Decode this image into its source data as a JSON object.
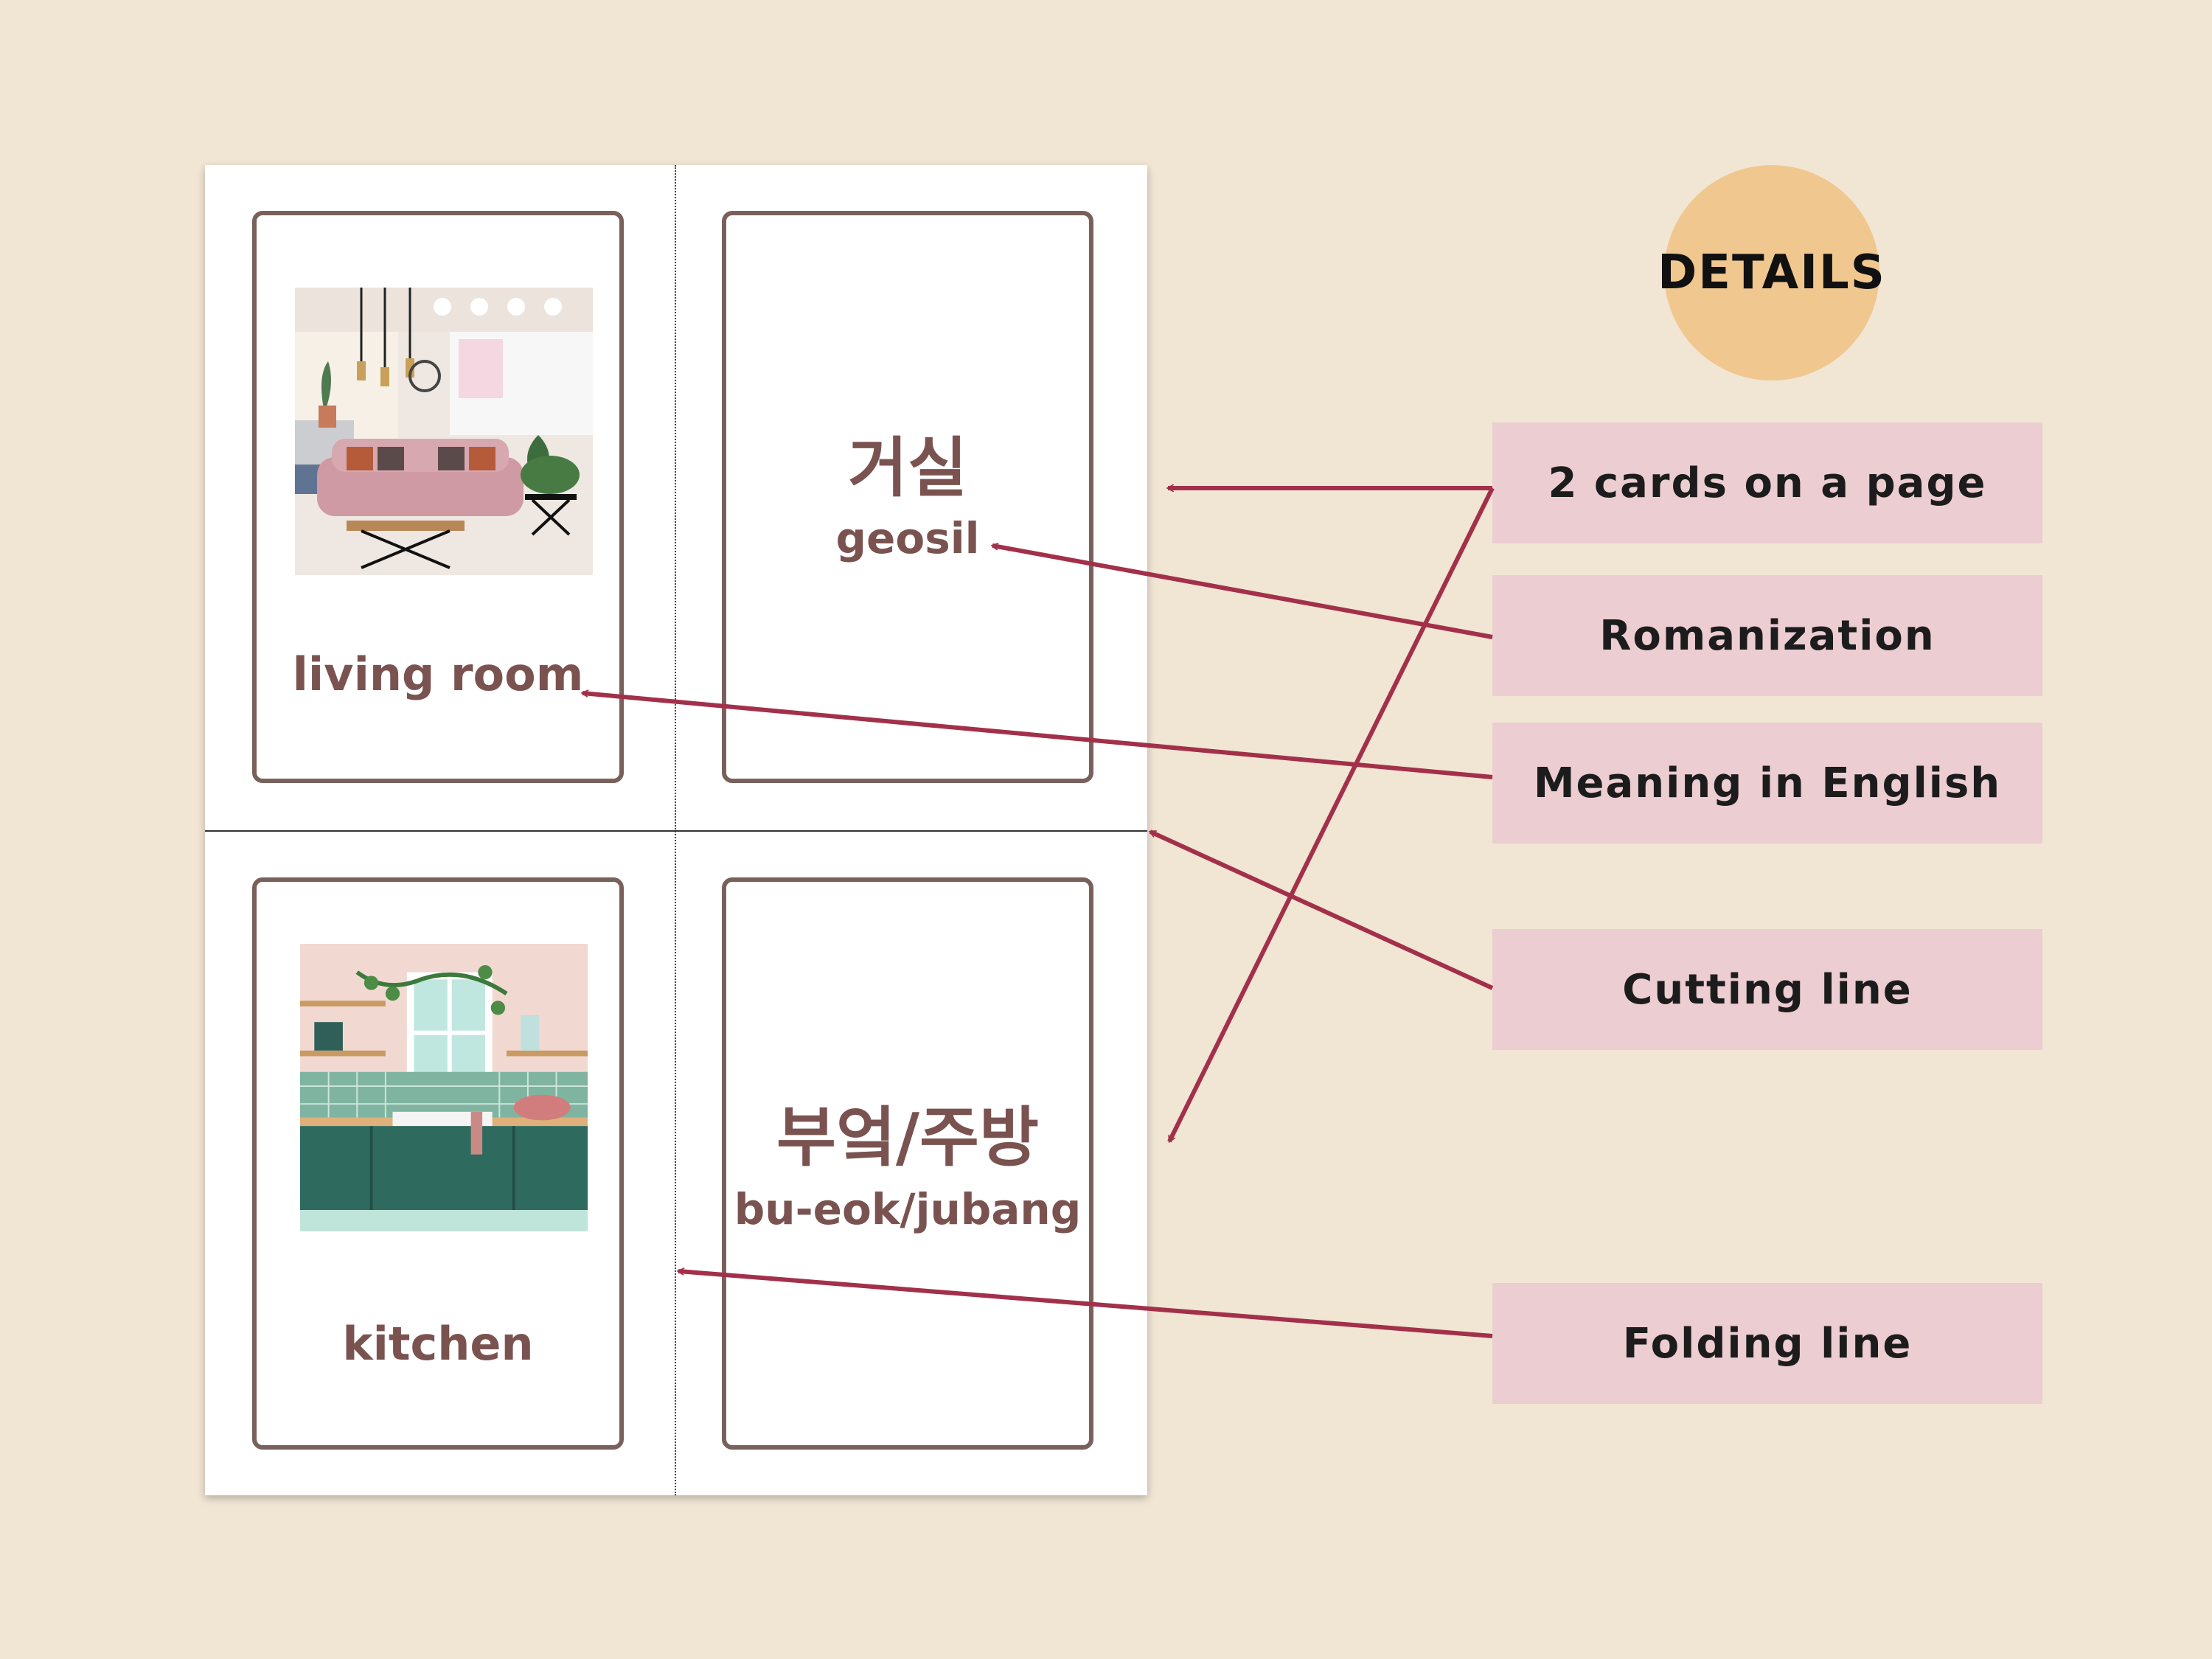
{
  "sheet": {
    "cards": [
      {
        "image": "living-room-illustration",
        "english": "living room"
      },
      {
        "korean": "거실",
        "romanization": "geosil"
      },
      {
        "image": "kitchen-illustration",
        "english": "kitchen"
      },
      {
        "korean": "부엌/주방",
        "romanization": "bu-eok/jubang"
      }
    ]
  },
  "details": {
    "title": "DETAILS",
    "labels": [
      "2 cards on a page",
      "Romanization",
      "Meaning in English",
      "Cutting line",
      "Folding line"
    ]
  },
  "colors": {
    "background": "#f1e5d3",
    "card_border": "#7a605b",
    "card_text": "#7a5350",
    "badge": "#f0c78e",
    "label_box": "#eccdd2",
    "arrow": "#a3304a"
  }
}
